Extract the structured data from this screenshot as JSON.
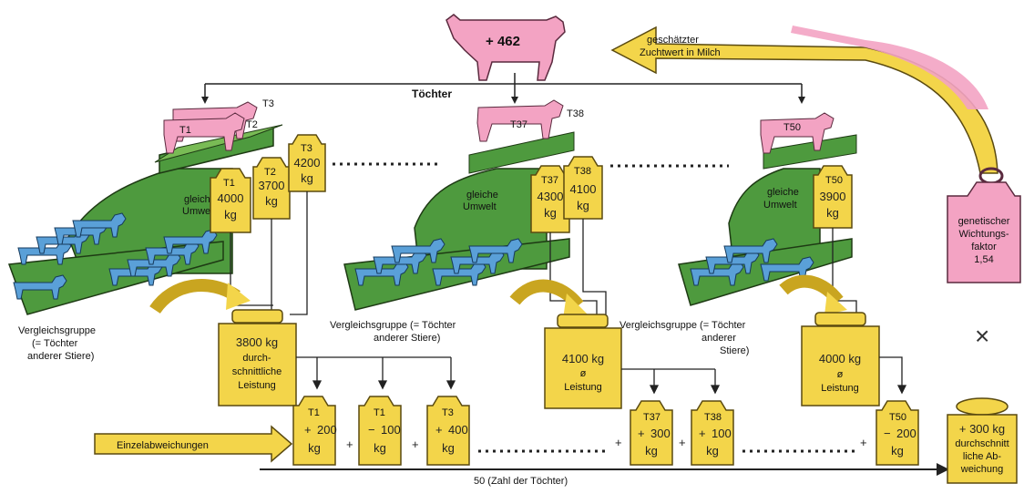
{
  "bull": {
    "value": "+ 462"
  },
  "arrow_label": {
    "line1": "geschätzter",
    "line2": "Zuchtwert in Milch"
  },
  "toechter_label": "Töchter",
  "daughters": {
    "group1": [
      "T3",
      "T1",
      "T2"
    ],
    "group2": [
      "T37",
      "T38"
    ],
    "group3": [
      "T50"
    ]
  },
  "environment_label": {
    "line1": "gleiche",
    "line2": "Umwelt"
  },
  "weights": {
    "w1": {
      "tag": "T1",
      "amount": "4000",
      "unit": "kg"
    },
    "w2": {
      "tag": "T2",
      "amount": "3700",
      "unit": "kg"
    },
    "w3": {
      "tag": "T3",
      "amount": "4200",
      "unit": "kg"
    },
    "w37": {
      "tag": "T37",
      "amount": "4300",
      "unit": "kg"
    },
    "w38": {
      "tag": "T38",
      "amount": "4100",
      "unit": "kg"
    },
    "w50": {
      "tag": "T50",
      "amount": "3900",
      "unit": "kg"
    }
  },
  "comparison": {
    "group1": {
      "line1": "Vergleichsgruppe",
      "line2": "(= Töchter",
      "line3": "anderer Stiere)"
    },
    "group2": {
      "line1": "Vergleichsgruppe (= Töchter",
      "line2": "anderer Stiere)"
    },
    "group3": {
      "line1": "Vergleichsgruppe (= Töchter",
      "line2": "anderer",
      "line3": "Stiere)"
    }
  },
  "average": {
    "a1": {
      "line1": "3800 kg",
      "line2": "durch-",
      "line3": "schnittliche",
      "line4": "Leistung"
    },
    "a2": {
      "line1": "4100 kg",
      "line2": "ø",
      "line3": "Leistung"
    },
    "a3": {
      "line1": "4000 kg",
      "line2": "ø",
      "line3": "Leistung"
    }
  },
  "deviations": [
    {
      "tag": "T1",
      "sign": "+",
      "amount": "200",
      "unit": "kg"
    },
    {
      "tag": "T1",
      "sign": "−",
      "amount": "100",
      "unit": "kg"
    },
    {
      "tag": "T3",
      "sign": "+",
      "amount": "400",
      "unit": "kg"
    },
    {
      "tag": "T37",
      "sign": "+",
      "amount": "300",
      "unit": "kg"
    },
    {
      "tag": "T38",
      "sign": "+",
      "amount": "100",
      "unit": "kg"
    },
    {
      "tag": "T50",
      "sign": "−",
      "amount": "200",
      "unit": "kg"
    }
  ],
  "einzel_label": "Einzelabweichungen",
  "zahl_label": "50 (Zahl der Töchter)",
  "result": {
    "line1": "+ 300 kg",
    "line2": "durchschnitt",
    "line3": "liche Ab-",
    "line4": "weichung"
  },
  "factor": {
    "line1": "genetischer",
    "line2": "Wichtungs-",
    "line3": "faktor",
    "line4": "1,54"
  },
  "ops": {
    "plus": "+",
    "times": "×"
  }
}
